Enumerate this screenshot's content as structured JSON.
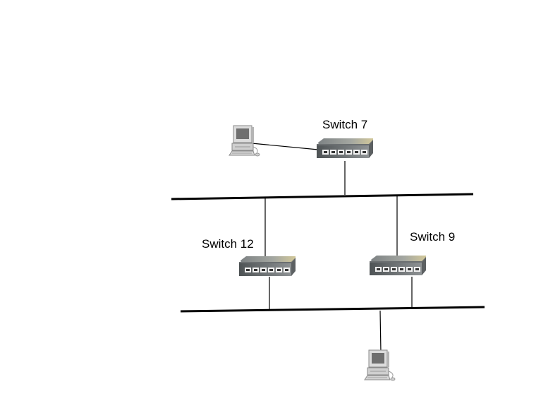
{
  "diagram": {
    "switches": [
      {
        "id": "switch-7",
        "label": "Switch 7"
      },
      {
        "id": "switch-12",
        "label": "Switch 12"
      },
      {
        "id": "switch-9",
        "label": "Switch 9"
      }
    ],
    "computers": [
      {
        "id": "computer-1"
      },
      {
        "id": "computer-2"
      }
    ]
  },
  "colors": {
    "line": "#000000",
    "switch_body": "#8a8e8f",
    "switch_front": "#5a5e60",
    "port": "#f4f4f4",
    "computer_body": "#d9d9d9",
    "screen": "#6f6f6f"
  }
}
